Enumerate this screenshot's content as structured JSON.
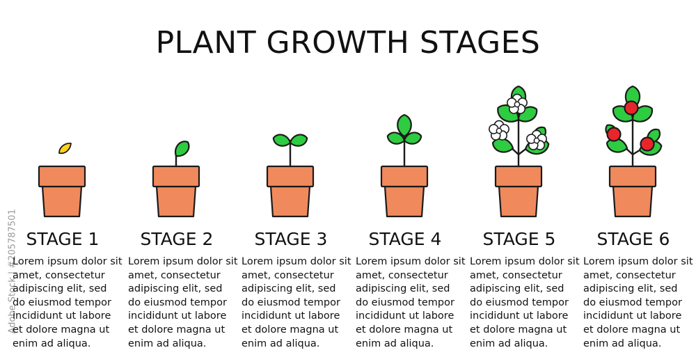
{
  "title": "PLANT GROWTH STAGES",
  "watermark": "Adobe Stock | #205787501",
  "colors": {
    "pot": "#f08a5d",
    "outline": "#1a1a1a",
    "leaf": "#2ecc40",
    "seed": "#ffd21f",
    "flower": "#ffffff",
    "fruit": "#e8262a"
  },
  "stages": [
    {
      "label": "STAGE 1",
      "text": "Lorem ipsum dolor sit amet, consectetur adipiscing elit, sed do eiusmod tempor incididunt ut labore et dolore magna ut enim ad aliqua.",
      "icon": "seed-icon"
    },
    {
      "label": "STAGE 2",
      "text": "Lorem ipsum dolor sit amet, consectetur adipiscing elit, sed do eiusmod tempor incididunt ut labore et dolore magna ut enim ad aliqua.",
      "icon": "sprout-icon"
    },
    {
      "label": "STAGE 3",
      "text": "Lorem ipsum dolor sit amet, consectetur adipiscing elit, sed do eiusmod tempor incididunt ut labore et dolore magna ut enim ad aliqua.",
      "icon": "seedling-icon"
    },
    {
      "label": "STAGE 4",
      "text": "Lorem ipsum dolor sit amet, consectetur adipiscing elit, sed do eiusmod tempor incididunt ut labore et dolore magna ut enim ad aliqua.",
      "icon": "young-plant-icon"
    },
    {
      "label": "STAGE 5",
      "text": "Lorem ipsum dolor sit amet, consectetur adipiscing elit, sed do eiusmod tempor incididunt ut labore et dolore magna ut enim ad aliqua.",
      "icon": "flowering-plant-icon"
    },
    {
      "label": "STAGE 6",
      "text": "Lorem ipsum dolor sit amet, consectetur adipiscing elit, sed do eiusmod tempor incididunt ut labore et dolore magna ut enim ad aliqua.",
      "icon": "fruiting-plant-icon"
    }
  ]
}
